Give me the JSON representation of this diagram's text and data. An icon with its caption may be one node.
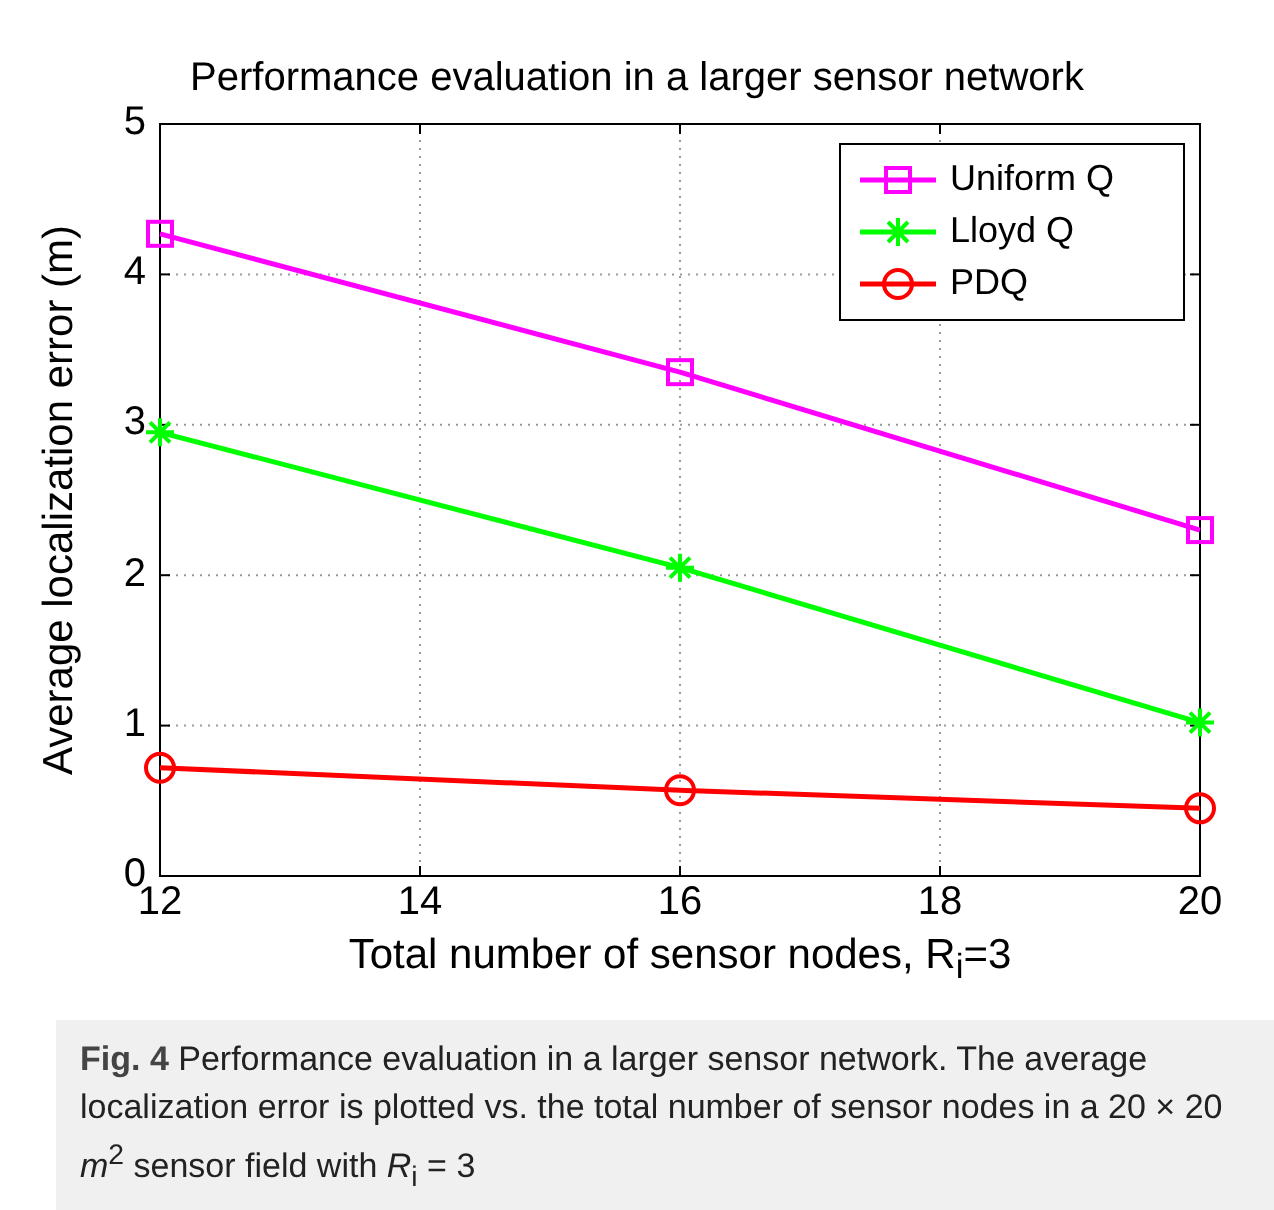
{
  "diagram": {
    "caption": "**Fig. 4** Performance evaluation in a larger sensor network. The average localization error is plotted vs. the total number of sensor nodes in a 20 × 20 *m*$^{2}$ sensor field with *R*$_{i}$ = 3",
    "chart_data": {
      "type": "line",
      "title": "Performance evaluation in a larger sensor network",
      "xlabel": "Total number of sensor nodes, R$_{i}$=3",
      "ylabel": "Average localization error (m)",
      "x": [
        12,
        16,
        20
      ],
      "series": [
        {
          "name": "Uniform Q",
          "color": "#ff00ff",
          "marker": "square",
          "values": [
            4.27,
            3.35,
            2.3
          ]
        },
        {
          "name": "Lloyd Q",
          "color": "#00ff00",
          "marker": "cross",
          "values": [
            2.95,
            2.05,
            1.02
          ]
        },
        {
          "name": "PDQ",
          "color": "#ff0000",
          "marker": "circle",
          "values": [
            0.72,
            0.57,
            0.45
          ]
        }
      ],
      "xlim": [
        12,
        20
      ],
      "ylim": [
        0,
        5
      ],
      "xticks": [
        12,
        14,
        16,
        18,
        20
      ],
      "yticks": [
        0,
        1,
        2,
        3,
        4,
        5
      ],
      "grid": true,
      "legend": true
    }
  }
}
